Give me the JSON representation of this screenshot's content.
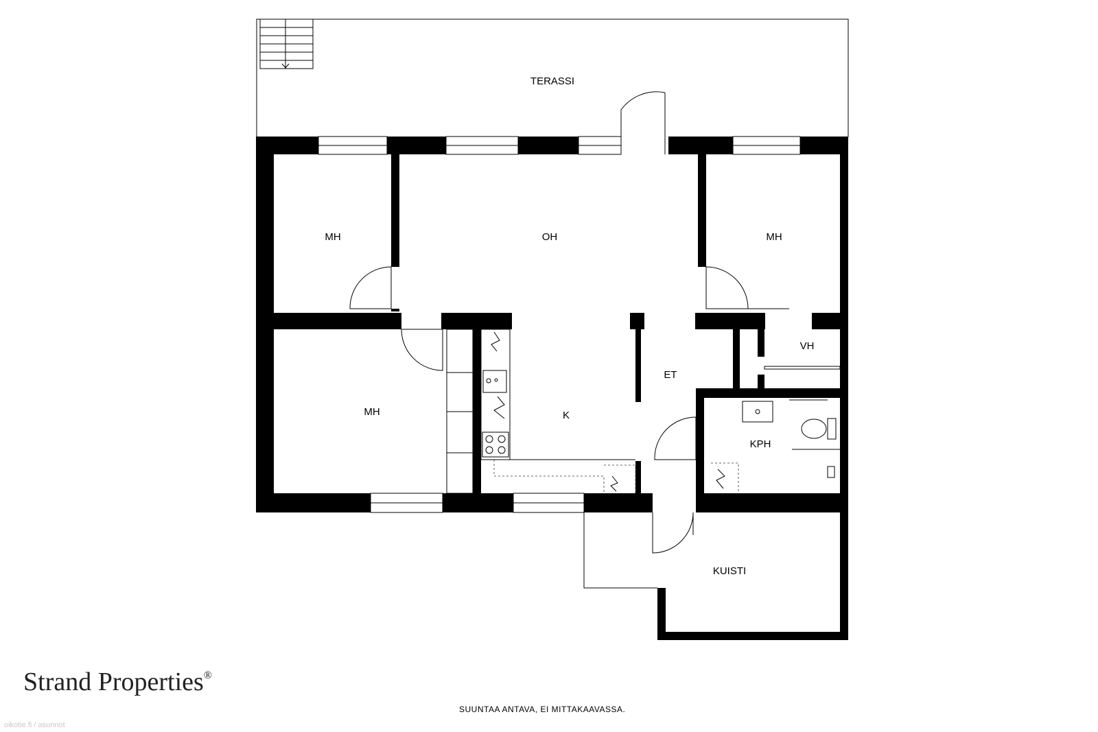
{
  "rooms": {
    "terassi": "TERASSI",
    "mh_top_left": "MH",
    "oh": "OH",
    "mh_top_right": "MH",
    "mh_bottom_left": "MH",
    "k": "K",
    "et": "ET",
    "vh": "VH",
    "kph": "KPH",
    "kuisti": "KUISTI"
  },
  "footer": {
    "brand": "Strand Properties",
    "brand_mark": "®",
    "note": "SUUNTAA ANTAVA, EI MITTAKAAVASSA.",
    "watermark": "oikotie.fi / asunnot"
  }
}
